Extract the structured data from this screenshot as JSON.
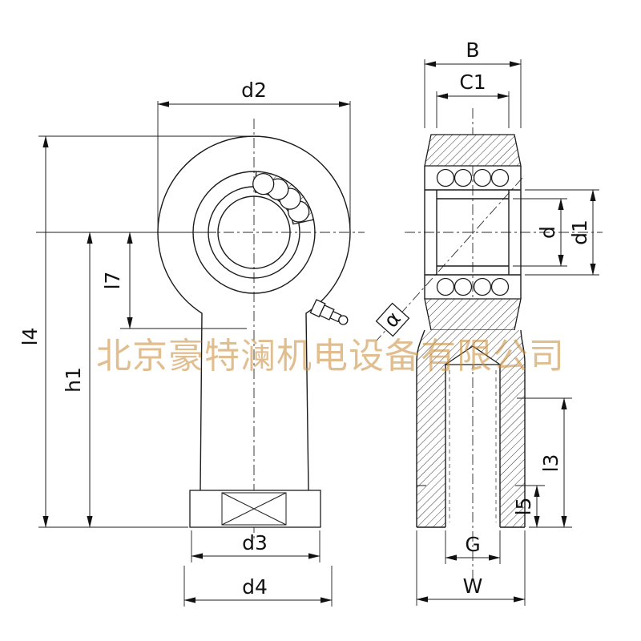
{
  "drawing": {
    "watermark": {
      "text": "北京豪特澜机电设备有限公司",
      "color": "#c98f3f"
    },
    "front_view": {
      "d2": "d2",
      "l7": "l7",
      "h1": "h1",
      "l4": "l4",
      "d3": "d3",
      "d4": "d4"
    },
    "side_view": {
      "B": "B",
      "C1": "C1",
      "d": "d",
      "d1": "d1",
      "alpha": "α",
      "l3": "l3",
      "l5": "l5",
      "G": "G",
      "W": "W"
    }
  }
}
